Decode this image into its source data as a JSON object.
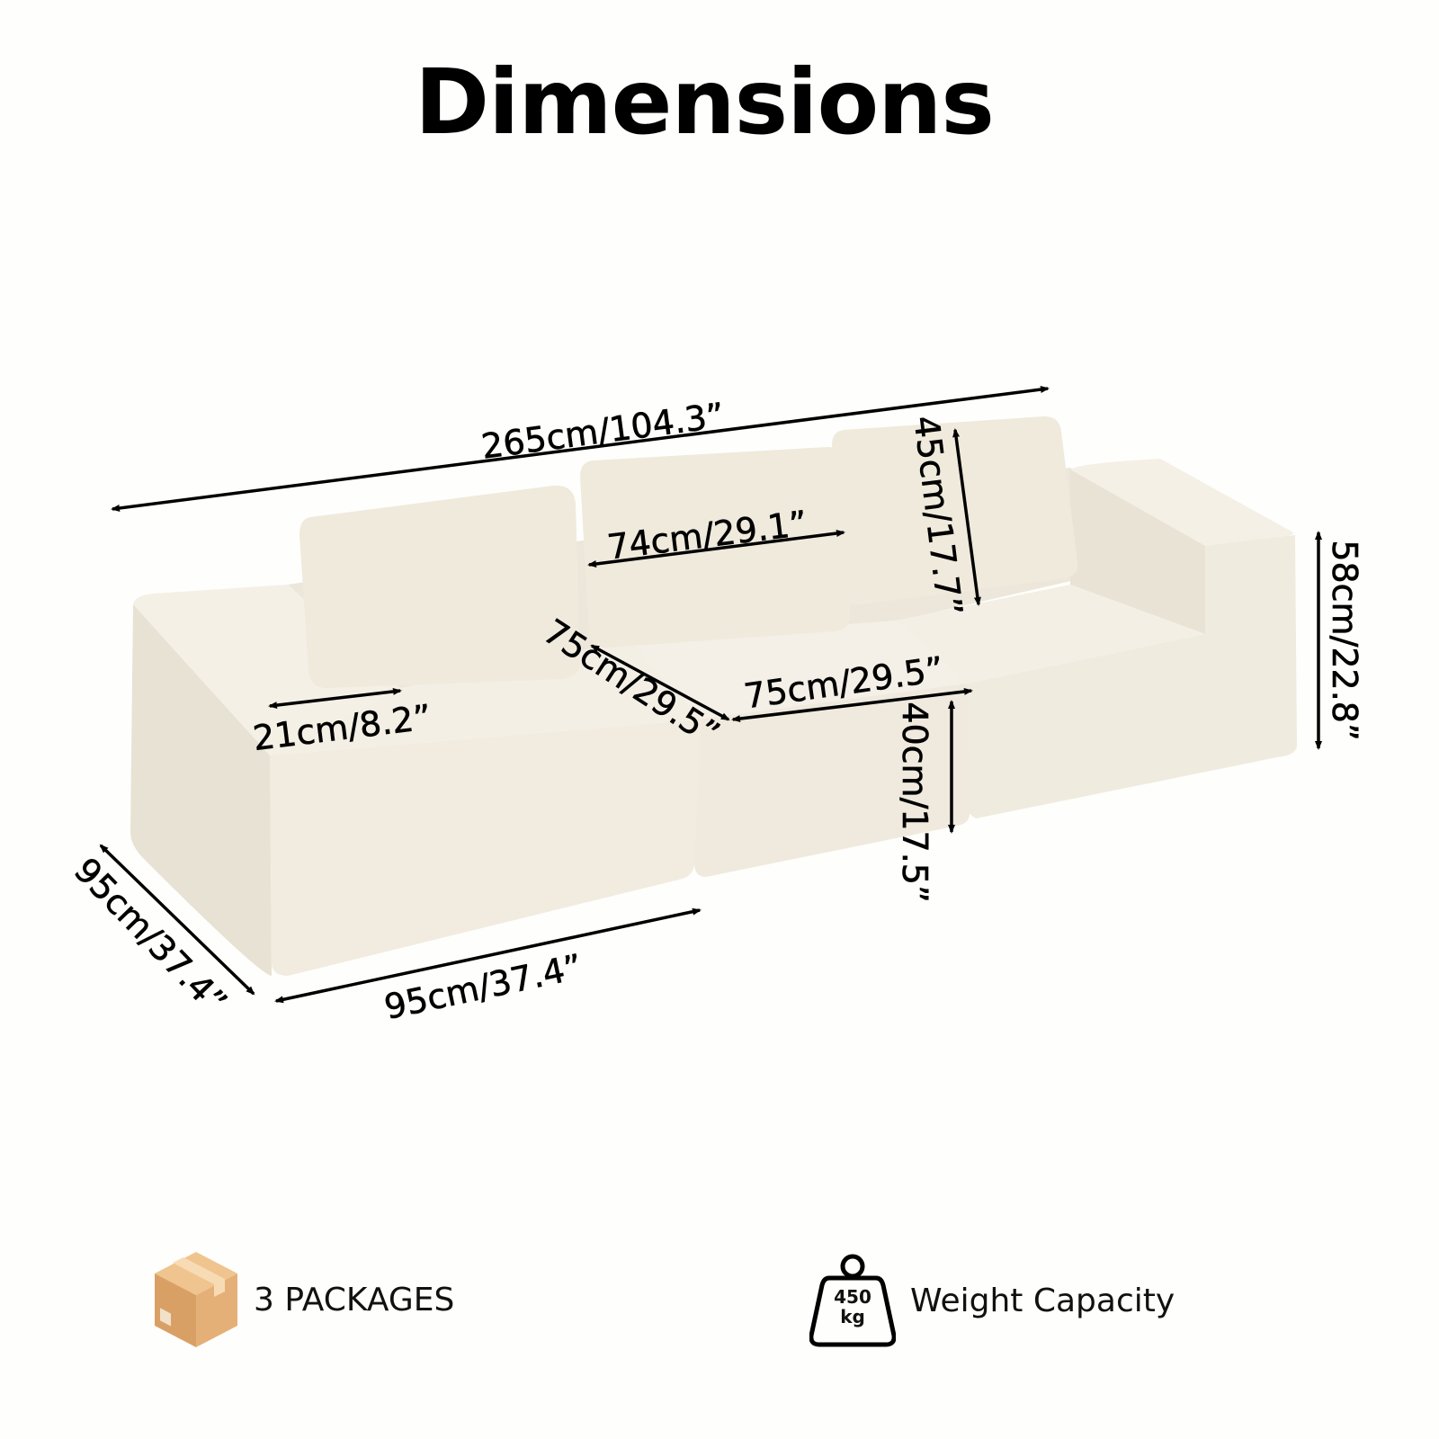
{
  "title": "Dimensions",
  "product_color": "#f2eee3",
  "dimensions": {
    "overall_length": "265cm/104.3”",
    "back_cushion_width": "74cm/29.1”",
    "back_cushion_height": "45cm/17.7”",
    "overall_height": "58cm/22.8”",
    "seat_depth": "75cm/29.5”",
    "seat_width": "75cm/29.5”",
    "arm_width": "21cm/8.2”",
    "seat_height": "40cm/17.5”",
    "overall_depth": "95cm/37.4”",
    "end_module_width": "95cm/37.4”"
  },
  "footer": {
    "packages": {
      "icon": "cardboard-box-icon",
      "label": "3 PACKAGES"
    },
    "weight": {
      "icon": "weight-icon",
      "value": "450",
      "unit": "kg",
      "label": "Weight Capacity"
    }
  }
}
